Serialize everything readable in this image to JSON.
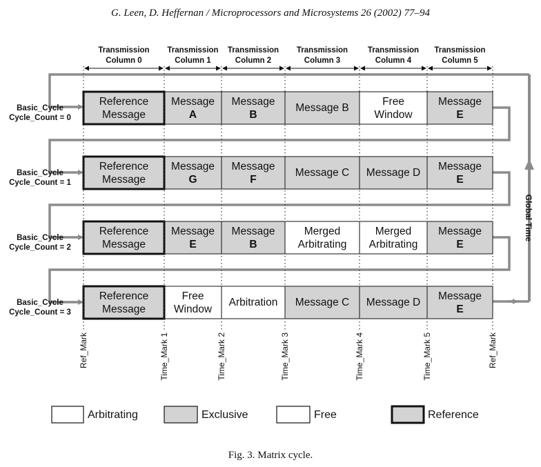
{
  "header": "G. Leen, D. Heffernan / Microprocessors and Microsystems 26 (2002) 77–94",
  "caption": "Fig. 3. Matrix cycle.",
  "columns": [
    [
      "Transmission",
      "Column 0"
    ],
    [
      "Transmission",
      "Column 1"
    ],
    [
      "Transmission",
      "Column 2"
    ],
    [
      "Transmission",
      "Column 3"
    ],
    [
      "Transmission",
      "Column 4"
    ],
    [
      "Transmission",
      "Column 5"
    ]
  ],
  "global_time_label": "Global Time",
  "rows": [
    {
      "label": [
        "Basic_Cycle",
        "Cycle_Count = 0"
      ],
      "cells": [
        {
          "type": "reference",
          "lines": [
            "Reference",
            "Message"
          ]
        },
        {
          "type": "exclusive",
          "lines": [
            "Message",
            "A"
          ]
        },
        {
          "type": "exclusive",
          "lines": [
            "Message",
            "B"
          ]
        },
        {
          "type": "exclusive",
          "lines": [
            "Message B"
          ]
        },
        {
          "type": "free",
          "lines": [
            "Free",
            "Window"
          ]
        },
        {
          "type": "exclusive",
          "lines": [
            "Message",
            "E"
          ]
        }
      ]
    },
    {
      "label": [
        "Basic_Cycle",
        "Cycle_Count = 1"
      ],
      "cells": [
        {
          "type": "reference",
          "lines": [
            "Reference",
            "Message"
          ]
        },
        {
          "type": "exclusive",
          "lines": [
            "Message",
            "G"
          ]
        },
        {
          "type": "exclusive",
          "lines": [
            "Message",
            "F"
          ]
        },
        {
          "type": "exclusive",
          "lines": [
            "Message C"
          ]
        },
        {
          "type": "exclusive",
          "lines": [
            "Message D"
          ]
        },
        {
          "type": "exclusive",
          "lines": [
            "Message",
            "E"
          ]
        }
      ]
    },
    {
      "label": [
        "Basic_Cycle",
        "Cycle_Count = 2"
      ],
      "cells": [
        {
          "type": "reference",
          "lines": [
            "Reference",
            "Message"
          ]
        },
        {
          "type": "exclusive",
          "lines": [
            "Message",
            "E"
          ]
        },
        {
          "type": "exclusive",
          "lines": [
            "Message",
            "B"
          ]
        },
        {
          "type": "arbitrating",
          "lines": [
            "Merged",
            "Arbitrating"
          ]
        },
        {
          "type": "arbitrating",
          "lines": [
            "Merged",
            "Arbitrating"
          ]
        },
        {
          "type": "exclusive",
          "lines": [
            "Message",
            "E"
          ]
        }
      ]
    },
    {
      "label": [
        "Basic_Cycle",
        "Cycle_Count = 3"
      ],
      "cells": [
        {
          "type": "reference",
          "lines": [
            "Reference",
            "Message"
          ]
        },
        {
          "type": "free",
          "lines": [
            "Free",
            "Window"
          ]
        },
        {
          "type": "arbitrating",
          "lines": [
            "Arbitration"
          ]
        },
        {
          "type": "exclusive",
          "lines": [
            "Message C"
          ]
        },
        {
          "type": "exclusive",
          "lines": [
            "Message D"
          ]
        },
        {
          "type": "exclusive",
          "lines": [
            "Message",
            "E"
          ]
        }
      ]
    }
  ],
  "marks": [
    "Ref_Mark",
    "Time_Mark 1",
    "Time_Mark 2",
    "Time_Mark 3",
    "Time_Mark 4",
    "Time_Mark 5",
    "Ref_Mark"
  ],
  "legend": [
    {
      "type": "arbitrating",
      "label": "Arbitrating"
    },
    {
      "type": "exclusive",
      "label": "Exclusive"
    },
    {
      "type": "free",
      "label": "Free"
    },
    {
      "type": "reference",
      "label": "Reference"
    }
  ],
  "colors": {
    "exclusive": "#d3d3d3",
    "reference": "#d3d3d3",
    "arbitrating": "#ffffff",
    "free": "#ffffff",
    "flow": "#8c8c8c"
  }
}
